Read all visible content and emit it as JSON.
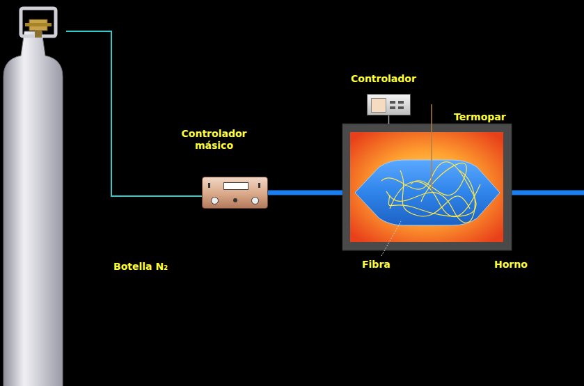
{
  "diagram": {
    "nodes": [
      {
        "text": [
          "Botella N₂"
        ]
      },
      {
        "text": [
          "Controlador másico"
        ]
      },
      {
        "text": [
          "Controlador"
        ]
      },
      {
        "text": [
          "Horno"
        ]
      }
    ],
    "edges": [
      {
        "from": 0,
        "to": 1,
        "arrow": "none"
      },
      {
        "from": 1,
        "to": 3,
        "arrow": "none"
      },
      {
        "from": 2,
        "to": 3,
        "arrow": "none"
      }
    ],
    "labels": [
      "Termopar",
      "Fibra"
    ]
  }
}
